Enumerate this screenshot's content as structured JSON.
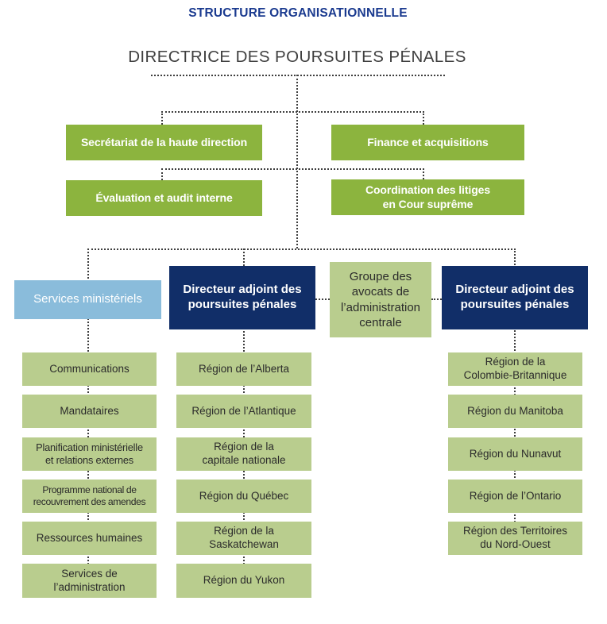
{
  "title": "STRUCTURE ORGANISATIONNELLE",
  "root_label": "DIRECTRICE DES POURSUITES PÉNALES",
  "staff_units": [
    {
      "label": "Secrétariat de la haute direction"
    },
    {
      "label": "Finance et acquisitions"
    },
    {
      "label": "Évaluation et audit interne"
    },
    {
      "label": "Coordination des litiges\nen Cour suprême"
    }
  ],
  "divisions": [
    {
      "label": "Services ministériels",
      "children": [
        "Communications",
        "Mandataires",
        "Planification ministérielle\net relations externes",
        "Programme national de\nrecouvrement des amendes",
        "Ressources humaines",
        "Services de\nl’administration"
      ]
    },
    {
      "label": "Directeur adjoint des\npoursuites pénales",
      "children": [
        "Région de l’Alberta",
        "Région de l’Atlantique",
        "Région de la\ncapitale nationale",
        "Région du Québec",
        "Région de la\nSaskatchewan",
        "Région du Yukon"
      ]
    },
    {
      "label": "Groupe des\navocats de\nl’administration\ncentrale",
      "children": []
    },
    {
      "label": "Directeur adjoint des\npoursuites pénales",
      "children": [
        "Région de la\nColombie-Britannique",
        "Région du Manitoba",
        "Région du Nunavut",
        "Région de l’Ontario",
        "Région des Territoires\ndu Nord-Ouest"
      ]
    }
  ],
  "colors": {
    "title_blue": "#1a3a8f",
    "heading_gray": "#3f3f3f",
    "green": "#8cb43e",
    "light_green": "#b9cd8e",
    "navy": "#112e68",
    "light_blue": "#8abcdb",
    "line": "#3e3e3e",
    "dark_text": "#2b2b2b"
  }
}
